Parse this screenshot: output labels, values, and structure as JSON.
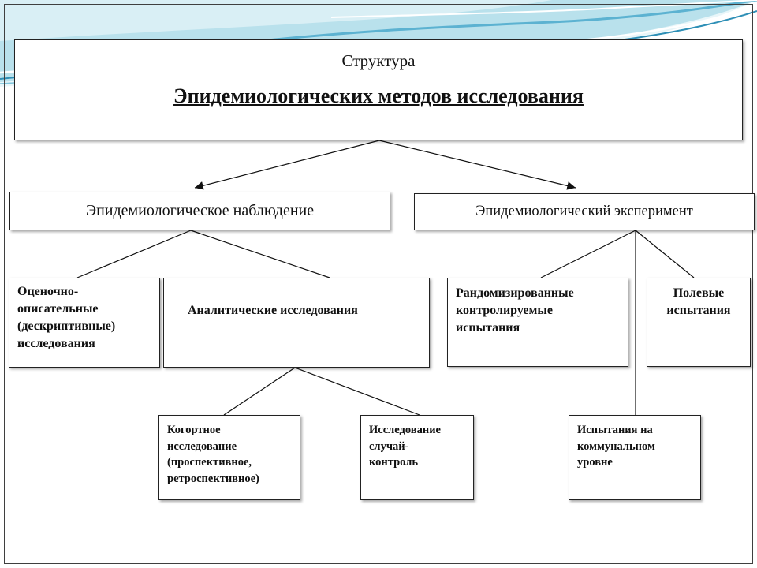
{
  "title": {
    "line1": "Структура",
    "line2": "Эпидемиологических методов исследования"
  },
  "branches": {
    "observation": "Эпидемиологическое наблюдение",
    "experiment": "Эпидемиологический эксперимент"
  },
  "observation_children": {
    "descriptive": [
      "Оценочно-",
      "описательные",
      "(дескриптивные)",
      "исследования"
    ],
    "analytic": "Аналитические исследования"
  },
  "analytic_children": {
    "cohort": [
      "Когортное",
      "исследование",
      "(проспективное,",
      "ретроспективное)"
    ],
    "case_control": [
      "Исследование",
      "случай-",
      "контроль"
    ]
  },
  "experiment_children": {
    "randomized": [
      "Рандомизированные",
      "контролируемые",
      "испытания"
    ],
    "field": [
      "Полевые",
      "испытания"
    ],
    "community": [
      "Испытания на",
      "коммунальном",
      "уровне"
    ]
  },
  "colors": {
    "border": "#222222",
    "wave_light": "#d7eef4",
    "wave_mid": "#7fc4dc",
    "wave_dark": "#2e8fb6"
  }
}
